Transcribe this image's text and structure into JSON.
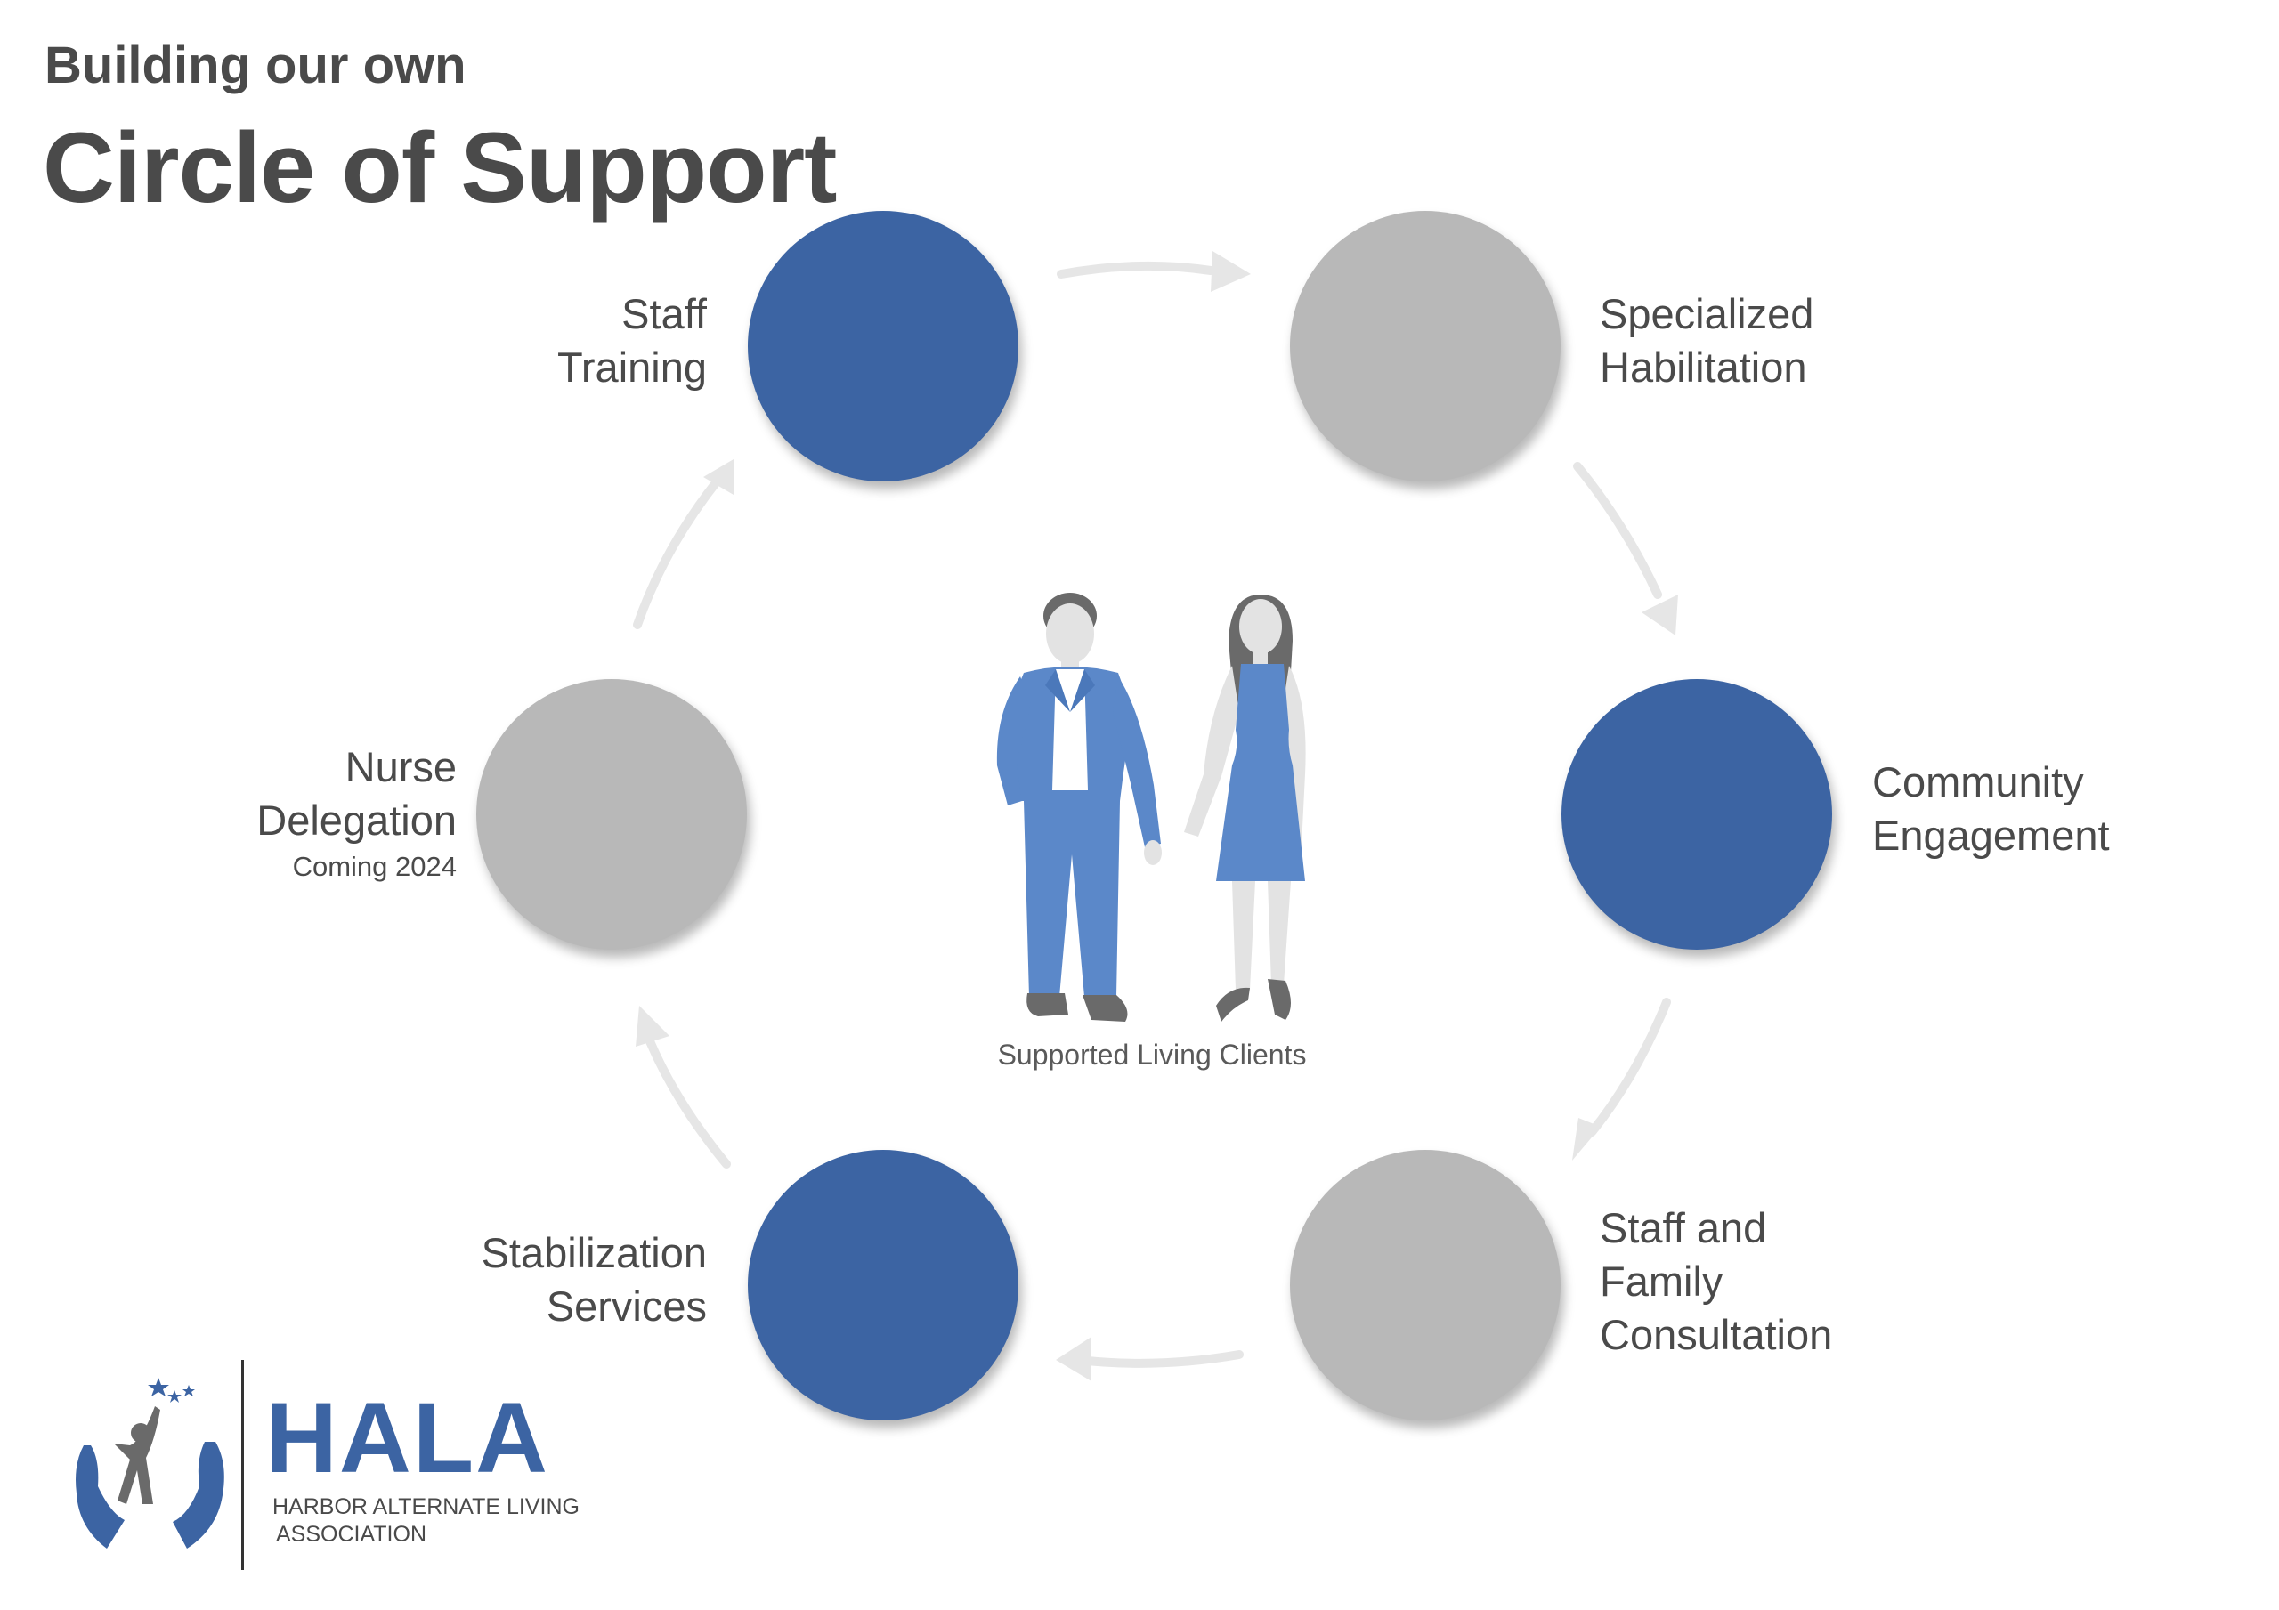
{
  "header": {
    "subtitle": "Building our own",
    "title": "Circle of Support"
  },
  "nodes": [
    {
      "id": "staff-training",
      "lines": [
        "Staff",
        "Training"
      ],
      "color": "#3c64a3"
    },
    {
      "id": "specialized-habilitation",
      "lines": [
        "Specialized",
        "Habilitation"
      ],
      "color": "#b8b8b8"
    },
    {
      "id": "community-engagement",
      "lines": [
        "Community",
        "Engagement"
      ],
      "color": "#3c64a3"
    },
    {
      "id": "staff-family-consultation",
      "lines": [
        "Staff and",
        "Family",
        "Consultation"
      ],
      "color": "#b8b8b8"
    },
    {
      "id": "stabilization-services",
      "lines": [
        "Stabilization",
        "Services"
      ],
      "color": "#3c64a3"
    },
    {
      "id": "nurse-delegation",
      "lines": [
        "Nurse",
        "Delegation"
      ],
      "note": "Coming 2024",
      "color": "#b8b8b8"
    }
  ],
  "center": {
    "caption": "Supported Living Clients"
  },
  "logo": {
    "name": "HALA",
    "full_name_lines": [
      "HARBOR ALTERNATE LIVING",
      "ASSOCIATION"
    ],
    "brand_color": "#3c64a3"
  },
  "colors": {
    "blue": "#3c64a3",
    "gray": "#b8b8b8",
    "arrow": "#e6e6e6",
    "text": "#4a4a4a"
  }
}
